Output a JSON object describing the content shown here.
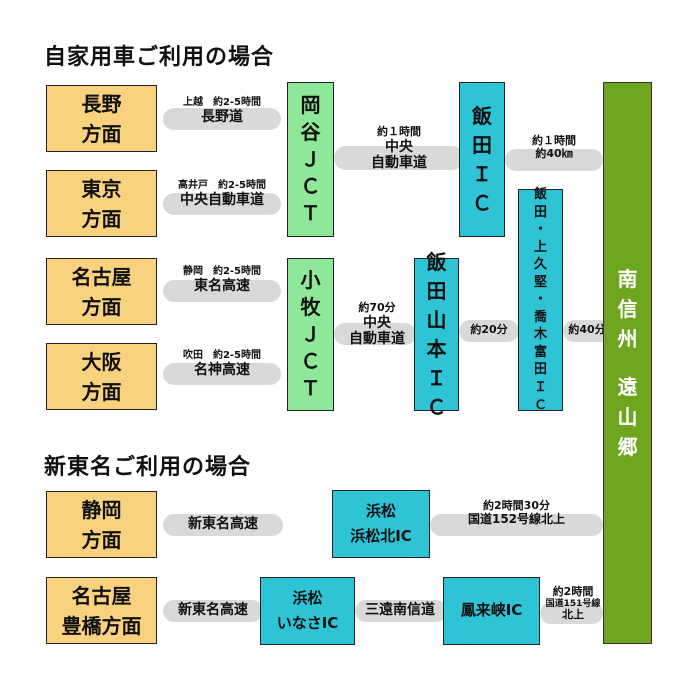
{
  "sections": {
    "car_heading": "自家用車ご利用の場合",
    "shin_tomei_heading": "新東名ご利用の場合"
  },
  "origins": {
    "nagano": [
      "長野",
      "方面"
    ],
    "tokyo": [
      "東京",
      "方面"
    ],
    "nagoya": [
      "名古屋",
      "方面"
    ],
    "osaka": [
      "大阪",
      "方面"
    ],
    "shizuoka": [
      "静岡",
      "方面"
    ],
    "nagoya_toyohashi": [
      "名古屋",
      "豊橋方面"
    ]
  },
  "routes": {
    "nagano": {
      "entry": "上越　約2-5時間",
      "road": "長野道"
    },
    "tokyo": {
      "entry": "高井戸　約2-5時間",
      "road": "中央自動車道"
    },
    "nagoya": {
      "entry": "静岡　約2-5時間",
      "road": "東名高速"
    },
    "osaka": {
      "entry": "吹田　約2-5時間",
      "road": "名神高速"
    },
    "shizuoka": {
      "road": "新東名高速"
    },
    "nagoya_toyohashi": {
      "road": "新東名高速"
    }
  },
  "junctions": {
    "okaya": [
      "岡",
      "谷",
      "Ｊ",
      "Ｃ",
      "Ｔ"
    ],
    "komaki": [
      "小",
      "牧",
      "Ｊ",
      "Ｃ",
      "Ｔ"
    ]
  },
  "okaya_to_iida": {
    "time": "約１時間",
    "road": [
      "中央",
      "自動車道"
    ]
  },
  "komaki_to_yamamoto": {
    "time": "約70分",
    "road": [
      "中央",
      "自動車道"
    ]
  },
  "interchanges": {
    "iida": [
      "飯",
      "田",
      "Ｉ",
      "Ｃ"
    ],
    "iida_yamamoto": [
      "飯",
      "田",
      "山",
      "本",
      "Ｉ",
      "Ｃ"
    ],
    "iida_kamikuji": [
      "飯",
      "田",
      "・",
      "上",
      "久",
      "堅",
      "・",
      "喬",
      "木",
      "富",
      "田",
      "Ｉ",
      "Ｃ"
    ]
  },
  "legs": {
    "iida_to_dest": {
      "time": "約１時間",
      "distance": "約40㎞"
    },
    "yamamoto_to_kamikuji": "約20分",
    "kamikuji_to_dest": "約40分"
  },
  "destination": [
    "南",
    "信",
    "州",
    "",
    "遠",
    "山",
    "郷"
  ],
  "shin_tomei": {
    "hamamatsu_kita": {
      "line1": "浜松",
      "line2": "浜松北IC"
    },
    "hamamatsu_kita_to_dest": {
      "time": "約2時間30分",
      "road": "国道152号線北上"
    },
    "hamamatsu_inasa": {
      "line1": "浜松",
      "line2": "いなさIC"
    },
    "connector": "三遠南信道",
    "horaikyo": "鳳来峡IC",
    "horaikyo_to_dest": {
      "time": "約2時間",
      "road": "国道151号線",
      "road2": "北上"
    }
  },
  "colors": {
    "origin_box": "#f9d27f",
    "junction_box": "#8fe89a",
    "ic_box": "#2ec4d6",
    "destination_bar": "#6ea51f",
    "road_pill": "#d9d9d9"
  }
}
